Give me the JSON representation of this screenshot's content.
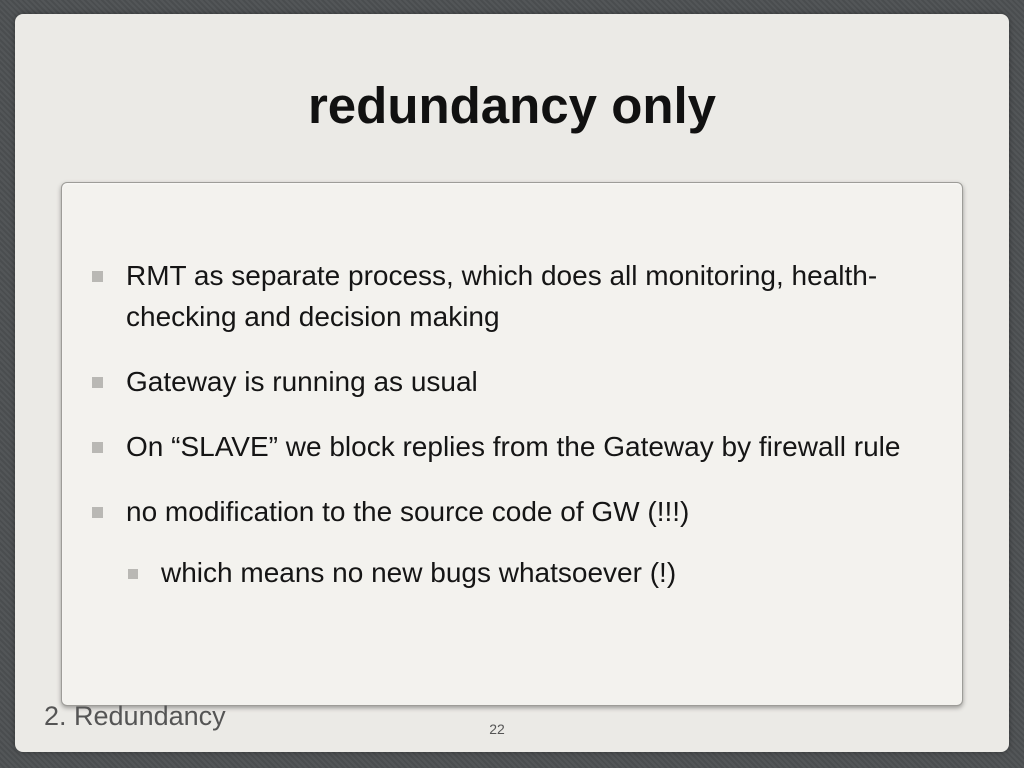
{
  "slide": {
    "title": "redundancy only",
    "bullets": [
      "RMT as separate process, which does all monitoring, health-checking and decision making",
      "Gateway is  running as usual",
      "On “SLAVE” we block replies from the Gateway by firewall rule",
      "no modification to the source code of GW (!!!)"
    ],
    "sub_bullet": "which means no new bugs whatsoever (!)",
    "footer": "2. Redundancy",
    "page_number": "22"
  },
  "colors": {
    "background": "#4d5052",
    "slide": "#ebeae6",
    "content_box": "#f3f2ee",
    "text": "#151515",
    "bullet_marker": "#b9b8b4",
    "footer_text": "#555555"
  }
}
